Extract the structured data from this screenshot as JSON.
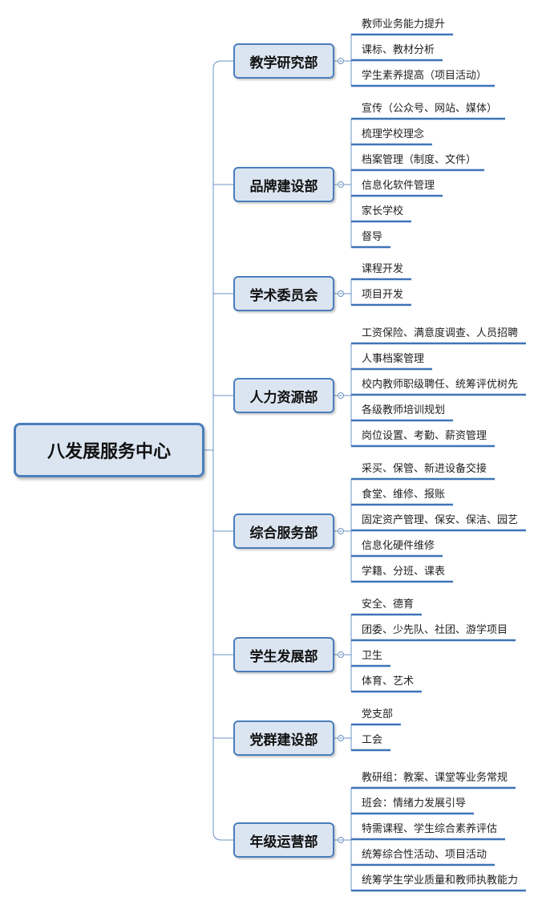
{
  "root": {
    "label": "八发展服务中心"
  },
  "branches": [
    {
      "label": "教学研究部",
      "items": [
        "教师业务能力提升",
        "课标、教材分析",
        "学生素养提高（项目活动）"
      ]
    },
    {
      "label": "品牌建设部",
      "items": [
        "宣传（公众号、网站、媒体）",
        "梳理学校理念",
        "档案管理（制度、文件）",
        "信息化软件管理",
        "家长学校",
        "督导"
      ]
    },
    {
      "label": "学术委员会",
      "items": [
        "课程开发",
        "项目开发"
      ]
    },
    {
      "label": "人力资源部",
      "items": [
        "工资保险、满意度调查、人员招聘",
        "人事档案管理",
        "校内教师职级聘任、统筹评优树先",
        "各级教师培训规划",
        "岗位设置、考勤、薪资管理"
      ]
    },
    {
      "label": "综合服务部",
      "items": [
        "采买、保管、新进设备交接",
        "食堂、维修、报账",
        "固定资产管理、保安、保洁、园艺",
        "信息化硬件维修",
        "学籍、分班、课表"
      ]
    },
    {
      "label": "学生发展部",
      "items": [
        "安全、德育",
        "团委、少先队、社团、游学项目",
        "卫生",
        "体育、艺术"
      ]
    },
    {
      "label": "党群建设部",
      "items": [
        "党支部",
        "工会"
      ]
    },
    {
      "label": "年级运营部",
      "items": [
        "教研组：教案、课堂等业务常规",
        "班会：情绪力发展引导",
        "特需课程、学生综合素养评估",
        "统筹综合性活动、项目活动",
        "统筹学生学业质量和教师执教能力"
      ]
    }
  ],
  "colors": {
    "line": "#6b93c4",
    "leaf_underline": "#3f74b8",
    "box_border": "#4a7ebb",
    "box_fill": "#dbe5f1"
  }
}
